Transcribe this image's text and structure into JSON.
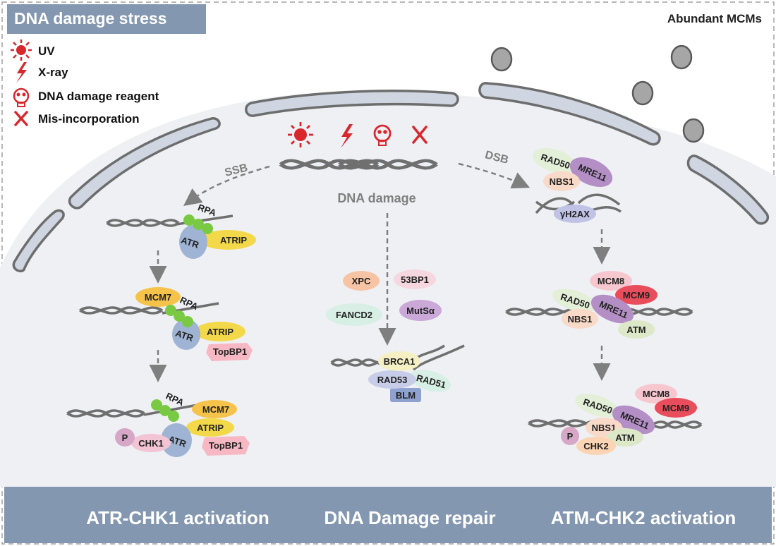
{
  "header": {
    "title": "DNA damage stress",
    "corner_note": "Abundant MCMs"
  },
  "legend": [
    {
      "icon": "sun-icon",
      "label": "UV"
    },
    {
      "icon": "lightning-icon",
      "label": "X-ray"
    },
    {
      "icon": "skull-icon",
      "label": "DNA damage reagent"
    },
    {
      "icon": "cross-icon",
      "label": "Mis-incorporation"
    }
  ],
  "center": {
    "damage_label": "DNA damage",
    "ssb_label": "SSB",
    "dsb_label": "DSB"
  },
  "left_pathway": {
    "step1": {
      "rpa": "RPA",
      "atr": "ATR",
      "atrip": "ATRIP"
    },
    "step2": {
      "mcm7": "MCM7",
      "rpa": "RPA",
      "atr": "ATR",
      "atrip": "ATRIP",
      "topbp1": "TopBP1"
    },
    "step3": {
      "rpa": "RPA",
      "mcm7": "MCM7",
      "atrip": "ATRIP",
      "atr": "ATR",
      "chk1": "CHK1",
      "p": "P",
      "topbp1": "TopBP1"
    }
  },
  "middle_pathway": {
    "factors": {
      "xpc": "XPC",
      "p53bp1": "53BP1",
      "fancd2": "FANCD2",
      "mutsa": "MutSα"
    },
    "complex": {
      "brca1": "BRCA1",
      "rad53": "RAD53",
      "rad51": "RAD51",
      "blm": "BLM"
    }
  },
  "right_pathway": {
    "step1": {
      "rad50": "RAD50",
      "mre11": "MRE11",
      "nbs1": "NBS1",
      "gh2ax": "γH2AX"
    },
    "step2": {
      "mcm8": "MCM8",
      "mcm9": "MCM9",
      "rad50": "RAD50",
      "mre11": "MRE11",
      "nbs1": "NBS1",
      "atm": "ATM"
    },
    "step3": {
      "mcm8": "MCM8",
      "mcm9": "MCM9",
      "rad50": "RAD50",
      "mre11": "MRE11",
      "nbs1": "NBS1",
      "atm": "ATM",
      "p": "P",
      "chk2": "CHK2"
    }
  },
  "footer": {
    "left": "ATR-CHK1 activation",
    "middle": "DNA Damage repair",
    "right": "ATM-CHK2 activation"
  },
  "colors": {
    "accent_red": "#d9272e",
    "header_bg": "#8497b0",
    "footer_bg": "#8497b0",
    "cell_fill": "#eef0f4",
    "membrane": "#cdd5e0"
  }
}
